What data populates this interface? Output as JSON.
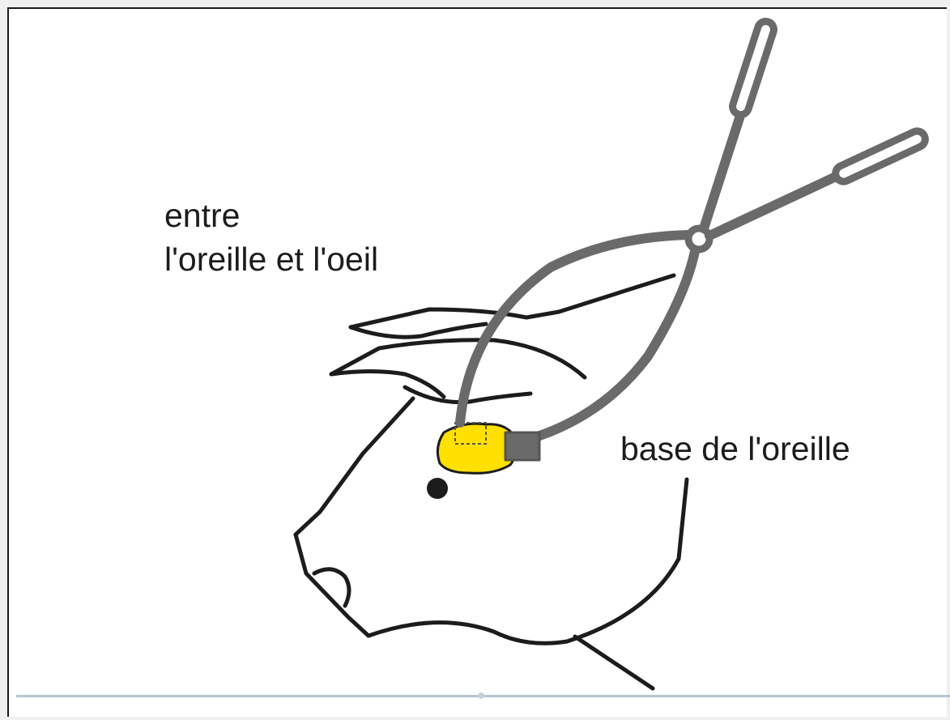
{
  "labels": {
    "between_line1": "entre",
    "between_line2": "l'oreille et l'oeil",
    "ear_base": "base de l'oreille"
  },
  "colors": {
    "outline": "#1c1c1c",
    "tool": "#6a6a6a",
    "tag": "#ffe000",
    "tag_outline": "#1c1c1c",
    "background": "#ffffff"
  },
  "icons": {
    "animal": "cow-head-icon",
    "tool": "ear-tag-applicator-icon",
    "tag": "ear-tag-icon",
    "eye": "eye-icon"
  }
}
